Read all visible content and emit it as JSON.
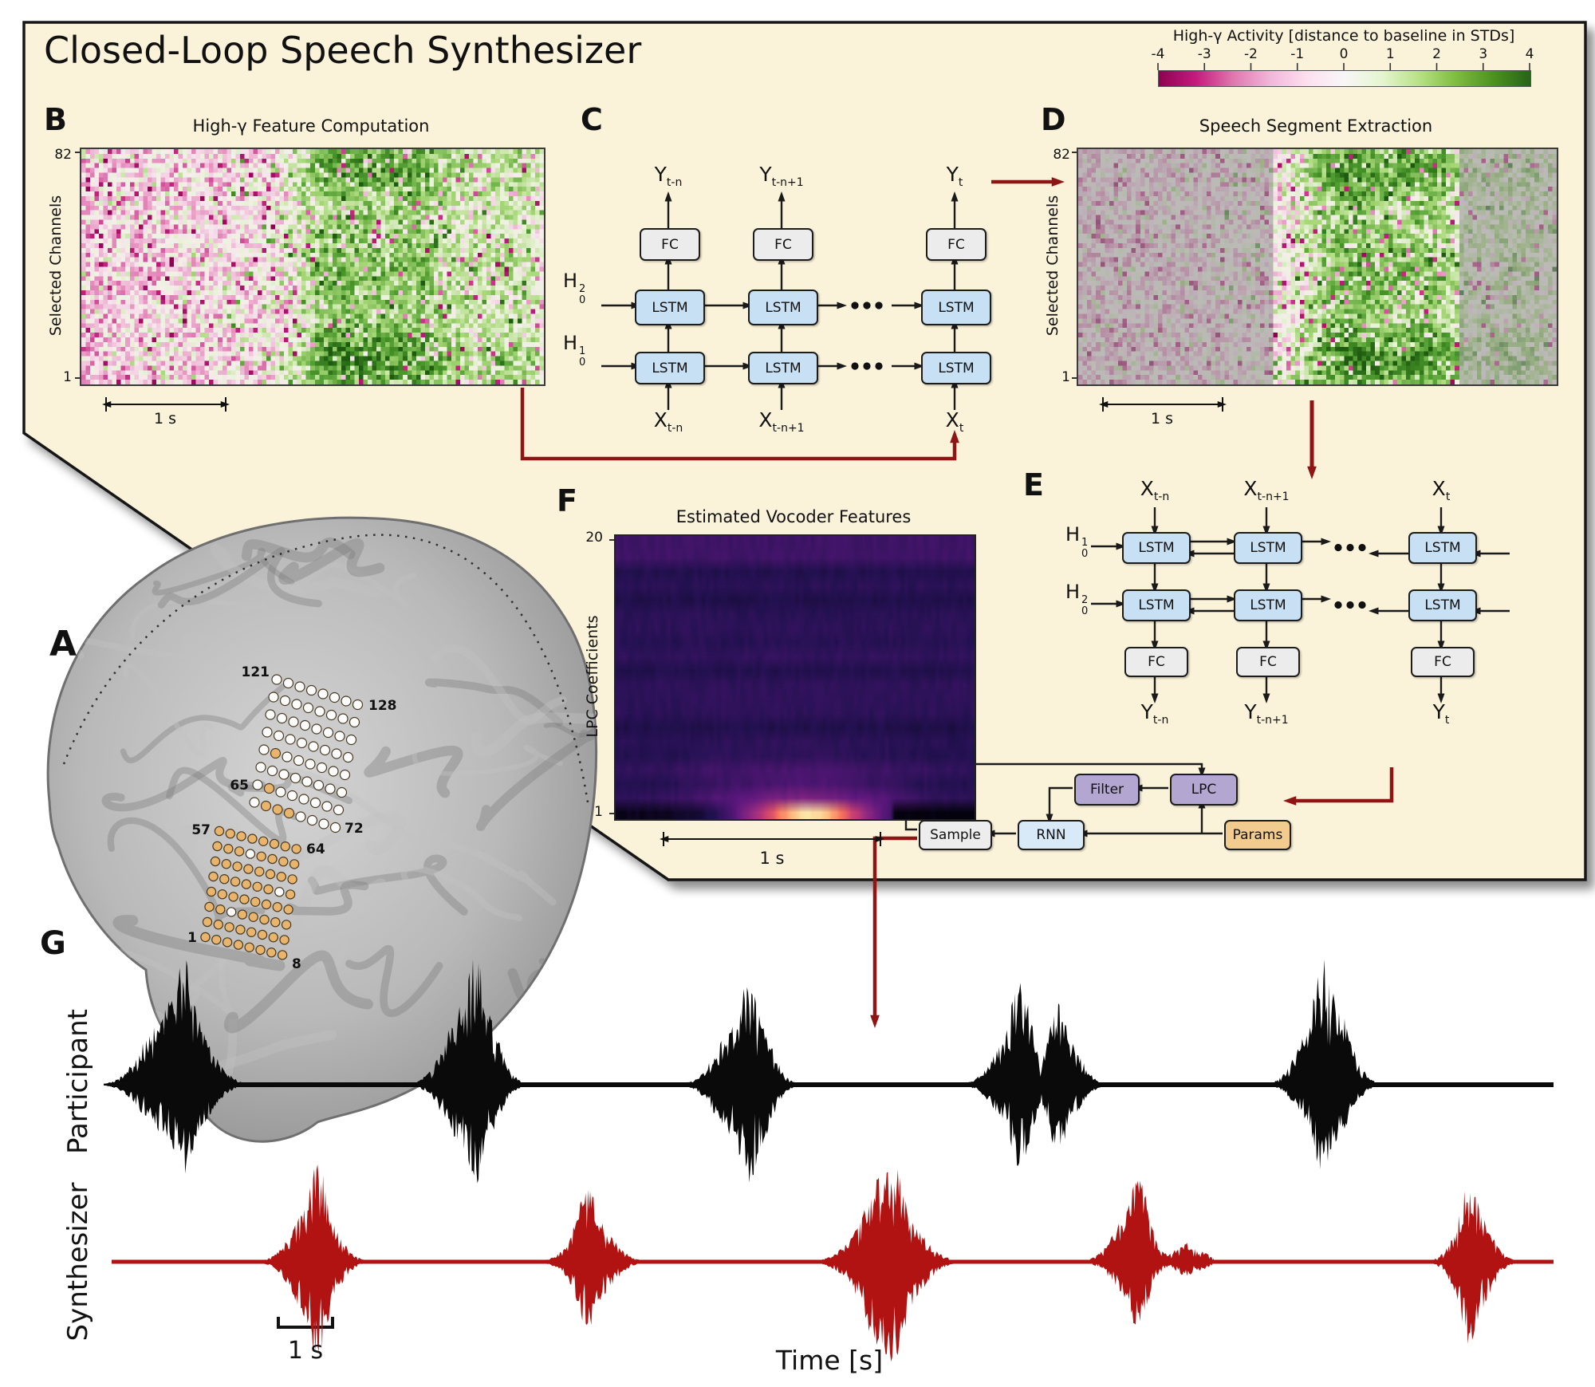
{
  "figure_title": "Closed-Loop Speech Synthesizer",
  "colorbar": {
    "title": "High-γ Activity [distance to baseline in STDs]",
    "ticks": [
      "-4",
      "-3",
      "-2",
      "-1",
      "0",
      "1",
      "2",
      "3",
      "4"
    ],
    "gradient": [
      "#8E0152",
      "#C51B7D",
      "#DE77AE",
      "#F1B6DA",
      "#FDE0EF",
      "#F7F7F7",
      "#E6F5D0",
      "#B8E186",
      "#7FBC41",
      "#4D9221",
      "#276419"
    ]
  },
  "panel_a": {
    "letter": "A",
    "upper_grid": {
      "corner_labels": [
        "121",
        "128",
        "65",
        "72"
      ],
      "electrode_color": "#FDFDFD",
      "accent_color": "#E9B46C"
    },
    "lower_grid": {
      "corner_labels": [
        "57",
        "64",
        "1",
        "8"
      ],
      "electrode_color": "#E9B46C",
      "accent_color": "#FDFDFD"
    }
  },
  "panel_b": {
    "letter": "B",
    "title": "High-γ Feature Computation",
    "ylabel": "Selected Channels",
    "ytick_top": "82",
    "ytick_bottom": "1",
    "scale_label": "1 s"
  },
  "panel_c": {
    "letter": "C",
    "output_base": "Y",
    "input_base": "X",
    "time_subs": [
      "t-n",
      "t-n+1",
      "t"
    ],
    "fc_label": "FC",
    "lstm_label": "LSTM",
    "dots": "•••",
    "hidden": [
      {
        "base": "H",
        "sup": "2",
        "sub": "0"
      },
      {
        "base": "H",
        "sup": "1",
        "sub": "0"
      }
    ]
  },
  "panel_d": {
    "letter": "D",
    "title": "Speech Segment Extraction",
    "ylabel": "Selected Channels",
    "ytick_top": "82",
    "ytick_bottom": "1",
    "scale_label": "1 s"
  },
  "panel_e": {
    "letter": "E",
    "output_base": "Y",
    "input_base": "X",
    "time_subs": [
      "t-n",
      "t-n+1",
      "t"
    ],
    "fc_label": "FC",
    "lstm_label": "LSTM",
    "dots": "•••",
    "hidden": [
      {
        "base": "H",
        "sup": "1",
        "sub": "0"
      },
      {
        "base": "H",
        "sup": "2",
        "sub": "0"
      }
    ]
  },
  "panel_f": {
    "letter": "F",
    "title": "Estimated Vocoder Features",
    "ylabel": "LPC Coefficients",
    "ytick_top": "20",
    "ytick_bottom": "1",
    "scale_label": "1 s"
  },
  "vocoder": {
    "boxes": {
      "sample": {
        "label": "Sample",
        "color": "#EDEDED"
      },
      "rnn": {
        "label": "RNN",
        "color": "#D8EAF8"
      },
      "filter": {
        "label": "Filter",
        "color": "#B3A6D0"
      },
      "lpc": {
        "label": "LPC",
        "color": "#B3A6D0"
      },
      "params": {
        "label": "Params",
        "color": "#F2CB8E"
      }
    }
  },
  "panel_g": {
    "letter": "G",
    "top_label": "Participant",
    "bottom_label": "Synthesizer",
    "scale_label": "1 s",
    "xlabel": "Time [s]",
    "colors": {
      "participant": "#0a0a0a",
      "synthesizer": "#B11212"
    }
  },
  "chart_data": [
    {
      "id": "B_high_gamma",
      "type": "heatmap",
      "title": "High-γ Feature Computation",
      "ylabel": "Selected Channels",
      "y_range": [
        1,
        82
      ],
      "value_scale": "distance to baseline in STDs",
      "value_range": [
        -4,
        4
      ],
      "x_extent": "≈4.5 s (scale bar = 1 s)",
      "palette": "PiYG diverging: magenta below baseline, white at baseline, green above",
      "pattern": "pink/magenta speckled baseline over left half; sustained green high-γ activation from ~45% to ~80% of width, strongest in the lowest channels and upper channel band",
      "grid": [
        105,
        50
      ],
      "seed": 7
    },
    {
      "id": "D_segment",
      "type": "heatmap",
      "title": "Speech Segment Extraction",
      "ylabel": "Selected Channels",
      "y_range": [
        1,
        82
      ],
      "value_range": [
        -4,
        4
      ],
      "palette": "PiYG diverging with gray mask",
      "masked_fraction_ranges": [
        [
          0.0,
          0.41
        ],
        [
          0.8,
          1.0
        ]
      ],
      "mask_meaning": "gray overlay = discarded non-speech intervals; clear window = extracted speech segment",
      "grid": [
        108,
        50
      ],
      "seed": 11
    },
    {
      "id": "F_vocoder",
      "type": "heatmap",
      "title": "Estimated Vocoder Features",
      "ylabel": "LPC Coefficients",
      "y_range": [
        1,
        20
      ],
      "palette": "magma",
      "pattern": "dark purple field; coefficient 1 (bottom row) carries a bright orange-yellow energy burst from ~30% to ~75% of width peaking near 55% then fading to black at right; faint pink elevation in coefficients 2–5 above the burst",
      "grid": [
        92,
        20
      ],
      "seed": 5
    },
    {
      "id": "G_waveforms",
      "type": "line",
      "xlabel": "Time [s]",
      "scale_bar_seconds": 1,
      "series": [
        {
          "name": "Participant",
          "color": "#0a0a0a",
          "baseline_y": 1360,
          "x_range": [
            140,
            1948
          ],
          "seed": 21,
          "bursts": [
            {
              "cx": 225,
              "up": 160,
              "down": 118,
              "peaks": [
                [
                  -22,
                  0.5,
                  26
                ],
                [
                  6,
                  1,
                  15
                ],
                [
                  0,
                  0.75,
                  30
                ]
              ]
            },
            {
              "cx": 590,
              "up": 170,
              "down": 128,
              "peaks": [
                [
                  -6,
                  0.65,
                  24
                ],
                [
                  6,
                  1,
                  13
                ],
                [
                  14,
                  0.6,
                  20
                ]
              ]
            },
            {
              "cx": 935,
              "up": 136,
              "down": 130,
              "peaks": [
                [
                  -12,
                  0.55,
                  24
                ],
                [
                  4,
                  1,
                  14
                ],
                [
                  10,
                  0.7,
                  20
                ]
              ]
            },
            {
              "cx": 1303,
              "up": 128,
              "down": 106,
              "peaks": [
                [
                  -24,
                  1,
                  15
                ],
                [
                  -30,
                  0.55,
                  24
                ],
                [
                  24,
                  0.8,
                  13
                ],
                [
                  30,
                  0.5,
                  20
                ]
              ]
            },
            {
              "cx": 1662,
              "up": 162,
              "down": 112,
              "peaks": [
                [
                  -4,
                  1,
                  13
                ],
                [
                  6,
                  0.72,
                  22
                ],
                [
                  -16,
                  0.45,
                  20
                ]
              ]
            }
          ]
        },
        {
          "name": "Synthesizer",
          "color": "#B11212",
          "baseline_y": 1582,
          "x_range": [
            140,
            1948
          ],
          "seed": 33,
          "bursts": [
            {
              "cx": 398,
              "up": 124,
              "down": 122,
              "peaks": [
                [
                  0,
                  1,
                  14
                ],
                [
                  -4,
                  0.65,
                  24
                ]
              ]
            },
            {
              "cx": 737,
              "up": 92,
              "down": 84,
              "peaks": [
                [
                  0,
                  1,
                  15
                ],
                [
                  6,
                  0.6,
                  24
                ]
              ]
            },
            {
              "cx": 1113,
              "up": 126,
              "down": 132,
              "peaks": [
                [
                  -10,
                  0.85,
                  20
                ],
                [
                  6,
                  1,
                  17
                ],
                [
                  0,
                  0.7,
                  32
                ]
              ]
            },
            {
              "cx": 1428,
              "up": 112,
              "down": 84,
              "peaks": [
                [
                  -2,
                  1,
                  14
                ],
                [
                  -8,
                  0.6,
                  22
                ],
                [
                  58,
                  0.22,
                  14
                ],
                [
                  76,
                  0.13,
                  12
                ]
              ]
            },
            {
              "cx": 1843,
              "up": 102,
              "down": 106,
              "peaks": [
                [
                  0,
                  1,
                  13
                ],
                [
                  4,
                  0.68,
                  20
                ]
              ]
            }
          ]
        }
      ]
    }
  ]
}
